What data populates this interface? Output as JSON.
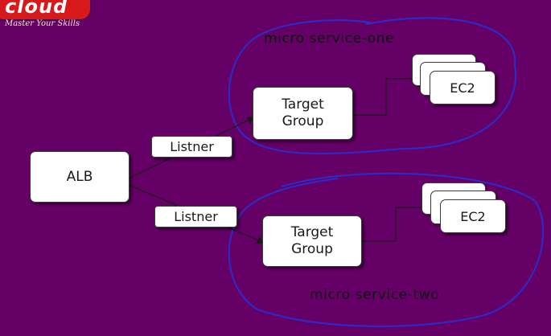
{
  "logo": {
    "word": "cloud",
    "tagline": "Master Your Skills"
  },
  "groups": {
    "one_caption": "micro service-one",
    "two_caption": "micro service-two",
    "outline_color": "#2c2ccc"
  },
  "nodes": {
    "alb": "ALB",
    "listener_one": "Listner",
    "listener_two": "Listner",
    "target_one_line1": "Target",
    "target_one_line2": "Group",
    "target_two_line1": "Target",
    "target_two_line2": "Group",
    "ec2_one": "EC2",
    "ec2_two": "EC2"
  },
  "colors": {
    "background": "#650066",
    "box": "#ffffff",
    "text": "#1a1a1a"
  }
}
